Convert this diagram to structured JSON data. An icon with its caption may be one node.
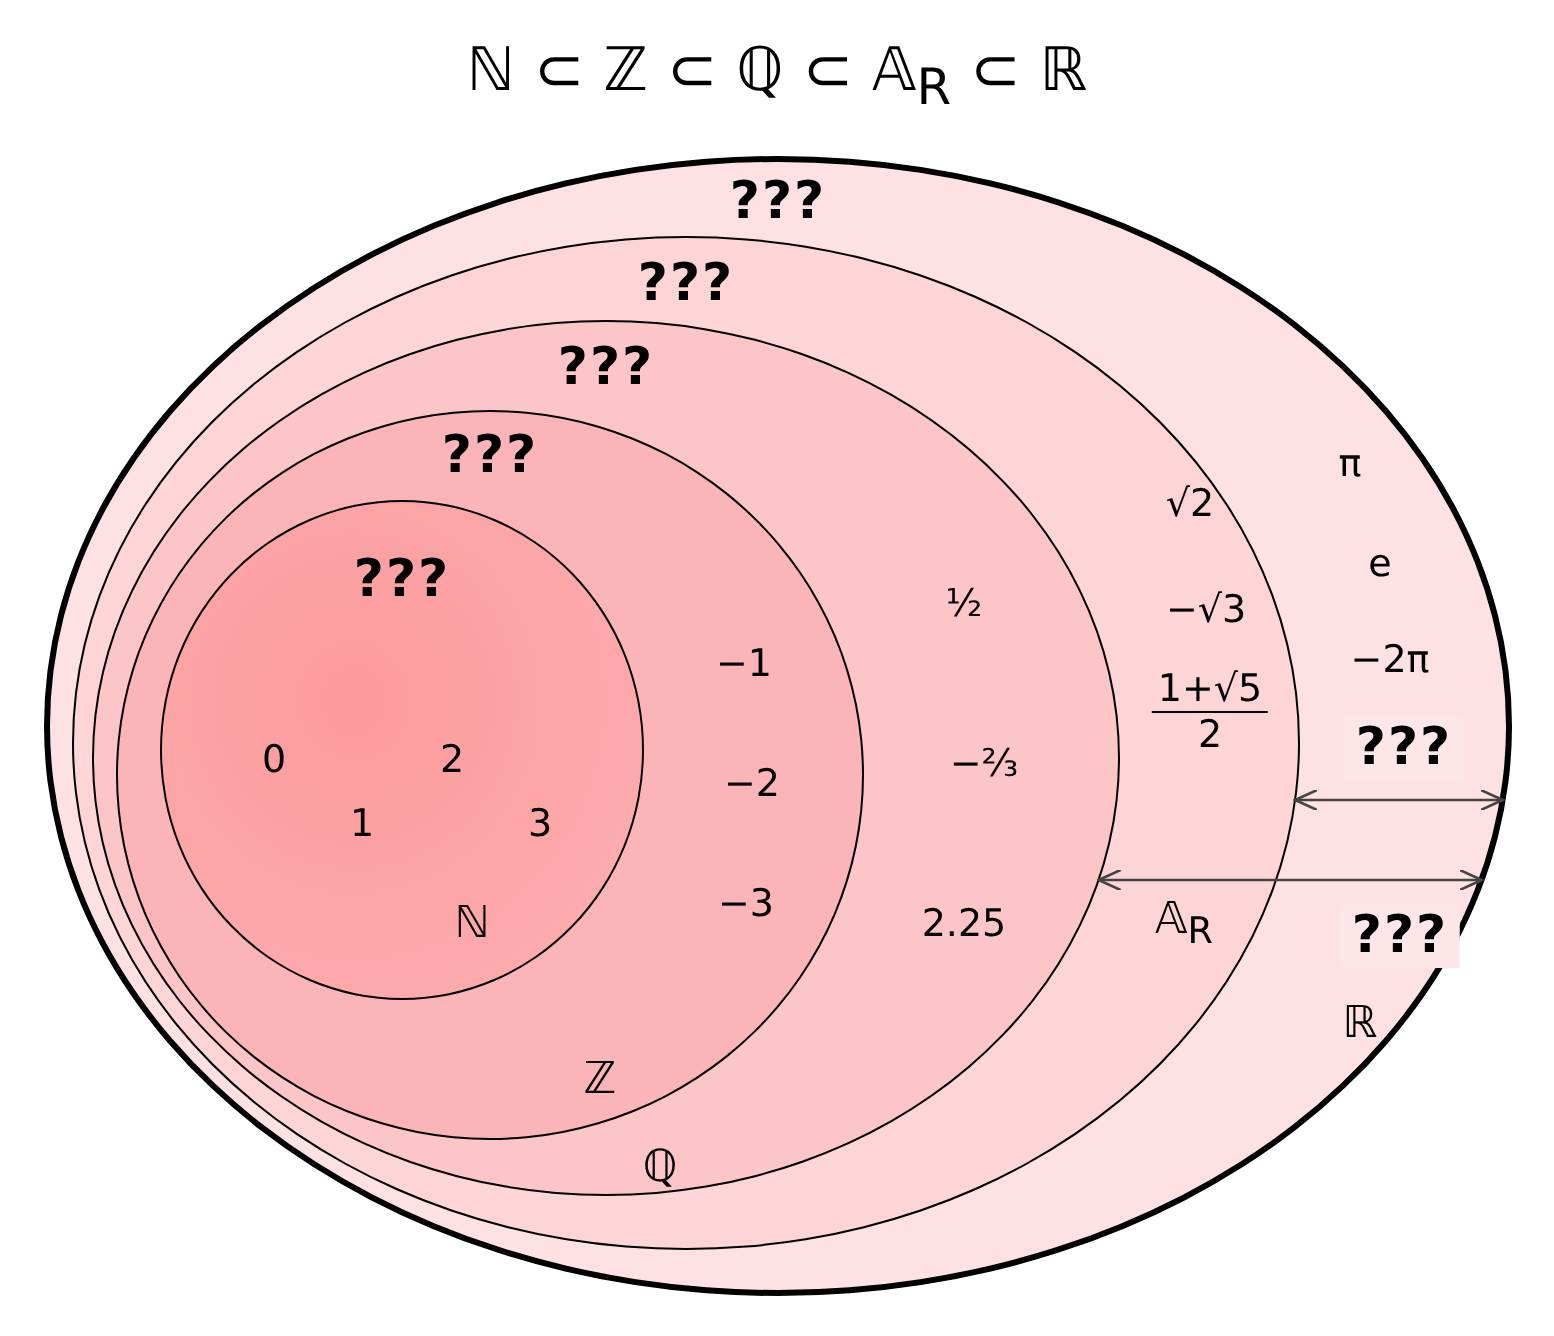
{
  "diagram": {
    "title": "ℕ ⊂ ℤ ⊂ ℚ ⊂ 𝔸$_{R}$ ⊂ ℝ",
    "nodes": [
      {
        "text": [
          "???",
          "π",
          "e",
          "−2π",
          "ℝ"
        ]
      },
      {
        "text": [
          "???",
          "√2",
          "−√3",
          "1+√5 2",
          "𝔸$_{R}$"
        ],
        "in": 0
      },
      {
        "text": [
          "???",
          "½",
          "−⅔",
          "2.25",
          "ℚ"
        ],
        "in": 1
      },
      {
        "text": [
          "???",
          "−1",
          "−2",
          "−3",
          "ℤ"
        ],
        "in": 2
      },
      {
        "text": [
          "???",
          "0",
          "2",
          "1",
          "3",
          "ℕ"
        ],
        "in": 3
      }
    ],
    "edges": [
      {
        "from": 1,
        "to": 0,
        "arrow": "both",
        "label": "???"
      },
      {
        "from": 2,
        "to": 0,
        "arrow": "both",
        "label": "???"
      }
    ]
  }
}
